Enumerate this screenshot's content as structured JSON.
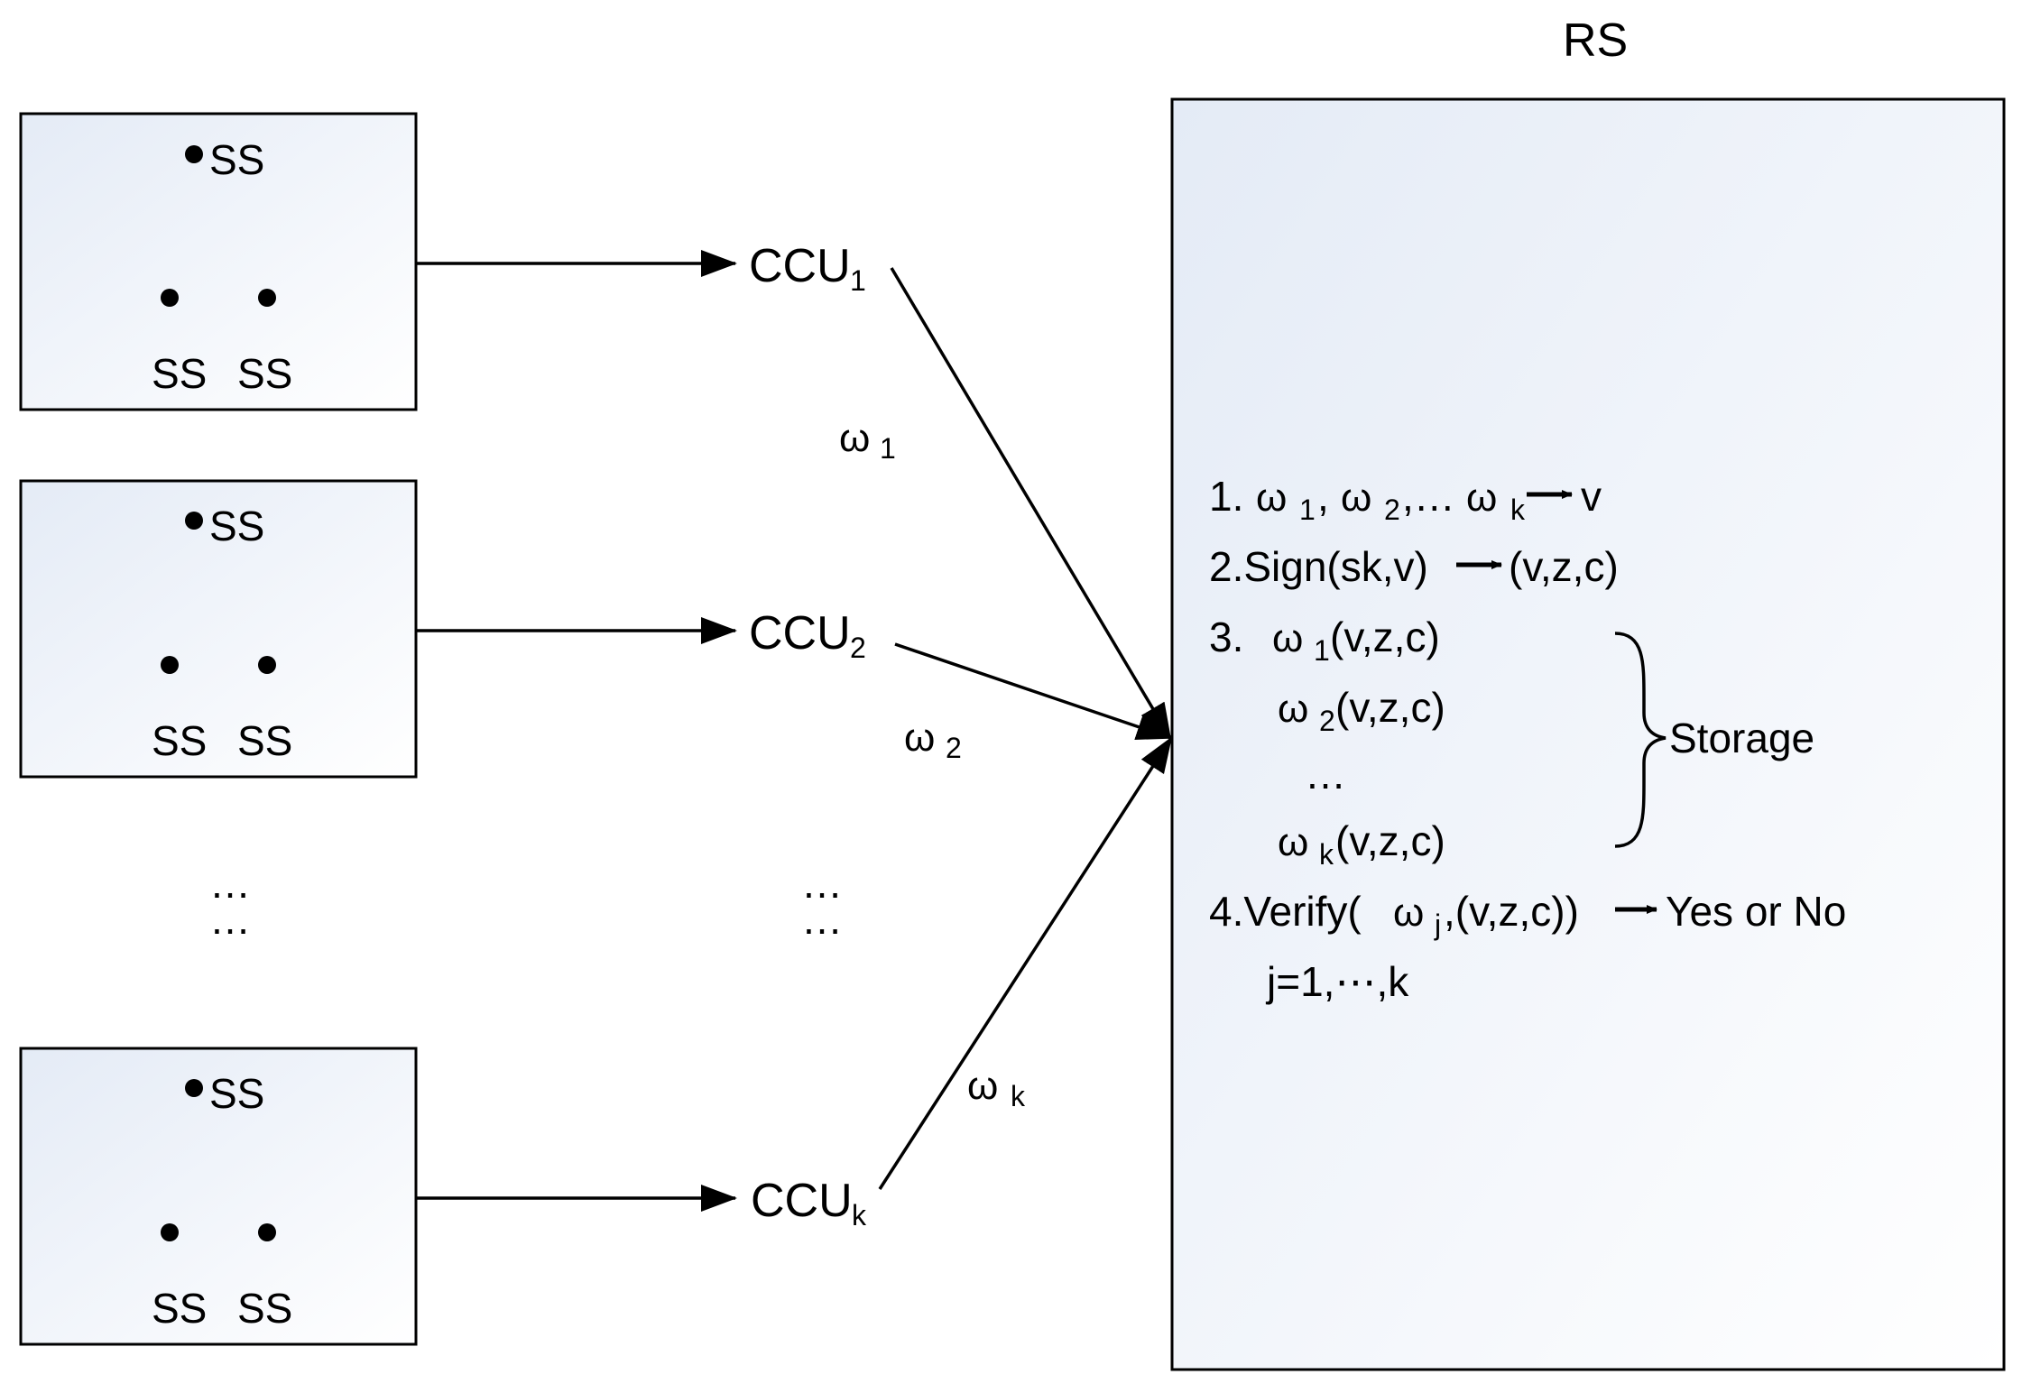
{
  "rs_title": "RS",
  "sensor_label": "SS",
  "ccu": {
    "base": "CCU",
    "subs": [
      "1",
      "2",
      "k"
    ]
  },
  "omega": {
    "symbol": "ω",
    "subs": [
      "1",
      "2",
      "k"
    ]
  },
  "ellipsis": "…",
  "rs_steps": {
    "s1_num": "1.",
    "s1_sep1": ",",
    "s1_sep2": ",… ",
    "s1_result": "v",
    "s2_text": "2.Sign(sk,v)",
    "s2_result": "(v,z,c)",
    "s3_num": "3.",
    "s3_tuple": "(v,z,c)",
    "s3_dots": "…",
    "storage": "Storage",
    "s4_text": "4.Verify(",
    "s4_sub": "j",
    "s4_rest": ",(v,z,c))",
    "s4_result": "Yes or No",
    "s4_range": "j=1,⋯,k"
  },
  "colors": {
    "panel_top": "#e4ebf6",
    "panel_bottom": "#ffffff",
    "stroke": "#000000"
  }
}
